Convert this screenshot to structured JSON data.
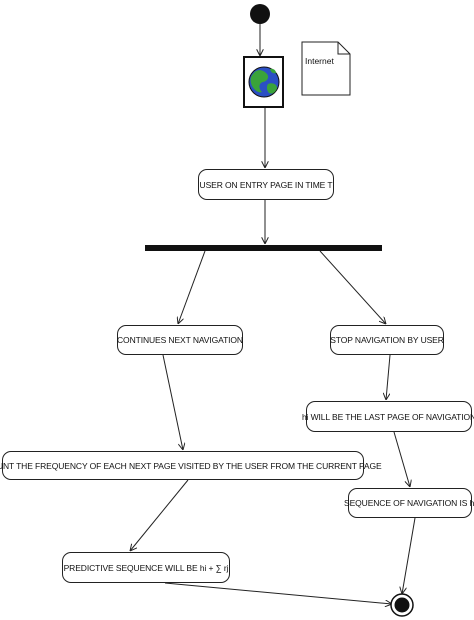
{
  "diagram": {
    "note": {
      "text": "Internet"
    },
    "actions": {
      "entry": "USER ON ENTRY PAGE IN TIME T",
      "continues": "CONTINUES NEXT NAVIGATION",
      "stop": "STOP NAVIGATION BY USER",
      "last_page": "hi WILL BE THE LAST PAGE OF NAVIGATION",
      "count": "COUNT THE FREQUENCY OF EACH NEXT PAGE VISITED BY THE USER FROM THE CURRENT PAGE",
      "sequence": "SEQUENCE OF NAVIGATION IS hi",
      "predictive": "PREDICTIVE SEQUENCE WILL BE  hi  +  ∑ rj"
    },
    "icons": {
      "start": "initial-node-icon",
      "globe": "globe-icon",
      "end": "final-node-icon"
    }
  }
}
